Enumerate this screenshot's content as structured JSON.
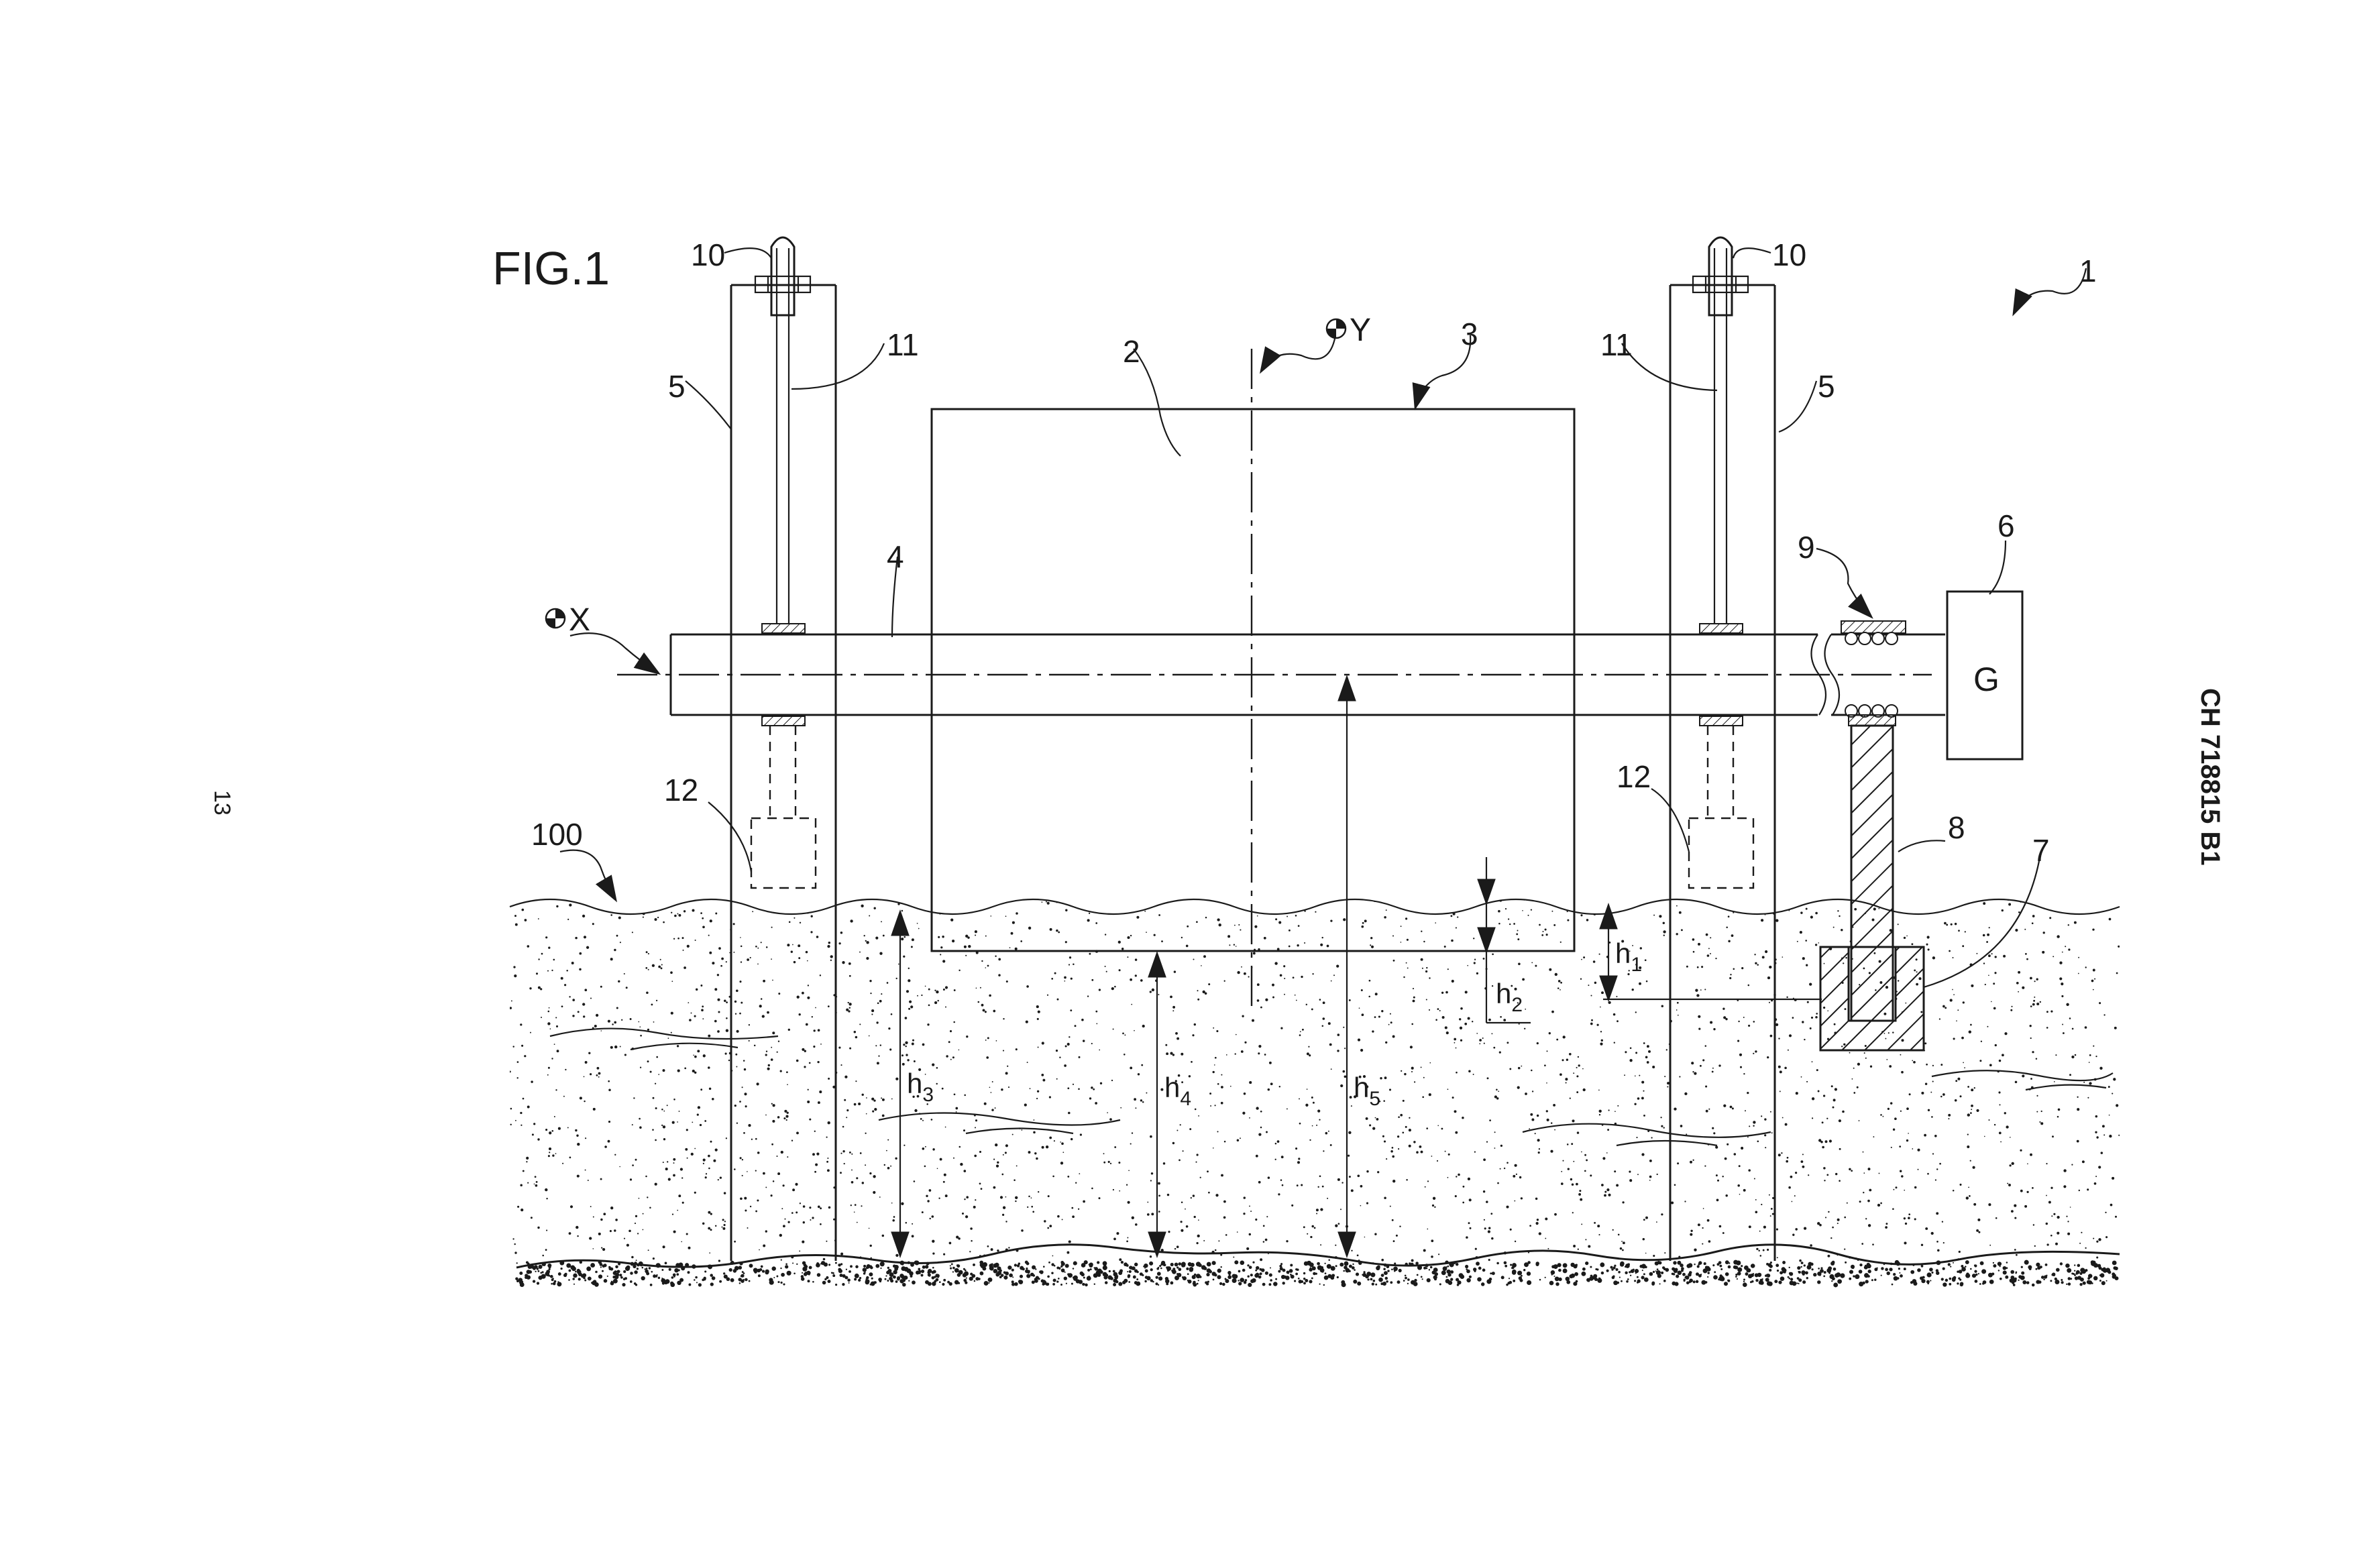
{
  "figure": {
    "title": "FIG.1",
    "page_number": "13",
    "patent_number": "CH 718815 B1"
  },
  "labels": {
    "ref_1": "1",
    "ref_2": "2",
    "ref_3": "3",
    "ref_4": "4",
    "ref_5_left": "5",
    "ref_5_right": "5",
    "ref_6": "6",
    "ref_7": "7",
    "ref_8": "8",
    "ref_9": "9",
    "ref_10_left": "10",
    "ref_10_right": "10",
    "ref_11_left": "11",
    "ref_11_right": "11",
    "ref_12_left": "12",
    "ref_12_right": "12",
    "ref_100": "100",
    "generator": "G",
    "axis_x": "X",
    "axis_y": "Y"
  },
  "dimensions": {
    "h1": {
      "base": "h",
      "sub": "1"
    },
    "h2": {
      "base": "h",
      "sub": "2"
    },
    "h3": {
      "base": "h",
      "sub": "3"
    },
    "h4": {
      "base": "h",
      "sub": "4"
    },
    "h5": {
      "base": "h",
      "sub": "5"
    }
  },
  "colors": {
    "ink": "#1a1a1a",
    "paper": "#ffffff"
  }
}
